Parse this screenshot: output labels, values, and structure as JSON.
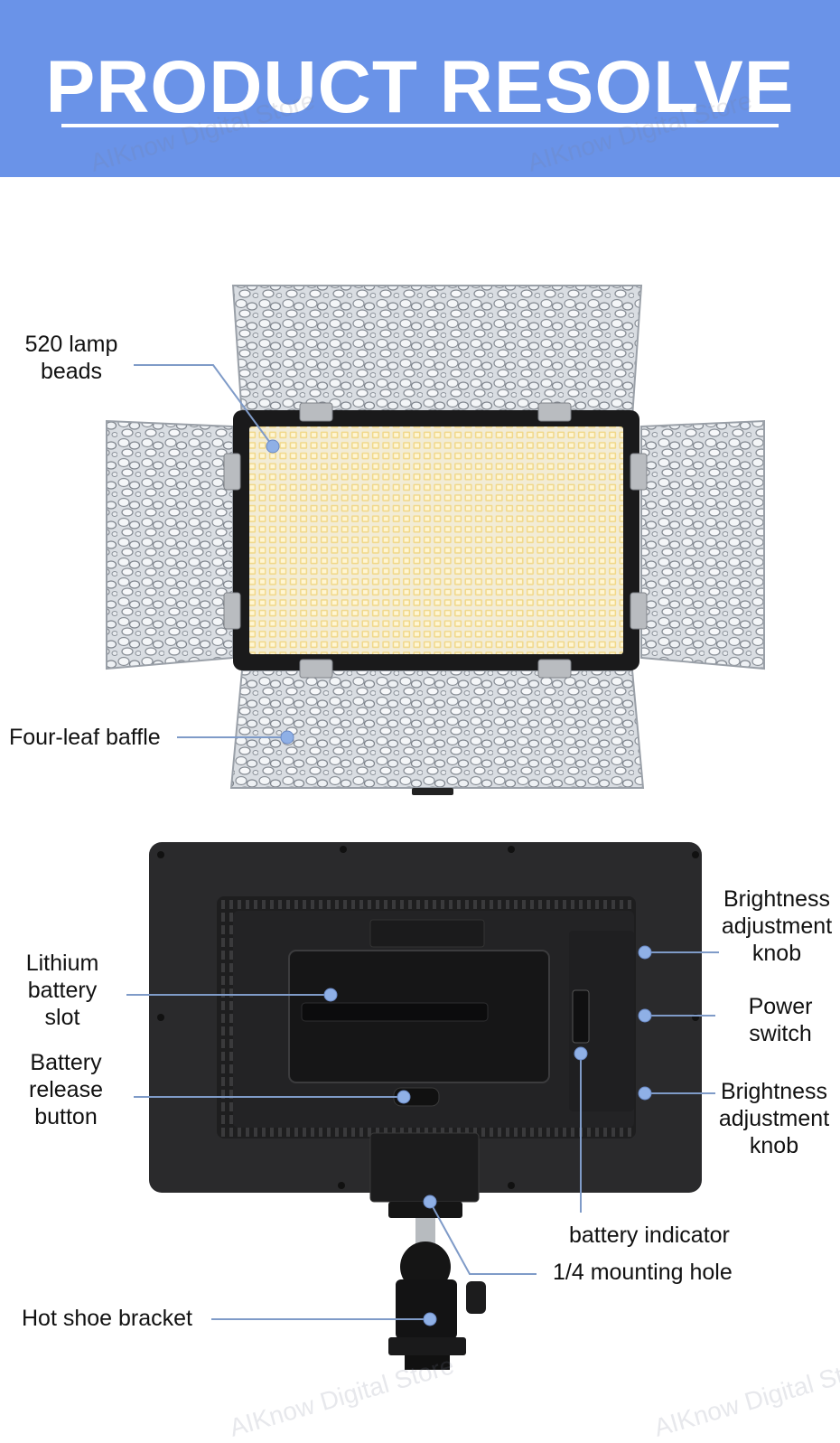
{
  "banner": {
    "title": "PRODUCT RESOLVE",
    "background_color": "#6a93e8"
  },
  "watermark_text": "AIKnow Digital Store",
  "front_view": {
    "labels": {
      "lamp_beads": [
        "520 lamp",
        "beads"
      ],
      "baffle": "Four-leaf baffle"
    }
  },
  "back_view": {
    "labels": {
      "brightness_knob_top": [
        "Brightness",
        "adjustment",
        "knob"
      ],
      "power_switch": [
        "Power",
        "switch"
      ],
      "brightness_knob_bottom": [
        "Brightness",
        "adjustment",
        "knob"
      ],
      "lithium_battery_slot": [
        "Lithium",
        "battery",
        "slot"
      ],
      "battery_release_button": [
        "Battery",
        "release",
        "button"
      ],
      "battery_indicator": "battery indicator",
      "mounting_hole": "1/4 mounting hole",
      "hot_shoe_bracket": "Hot shoe bracket"
    }
  }
}
